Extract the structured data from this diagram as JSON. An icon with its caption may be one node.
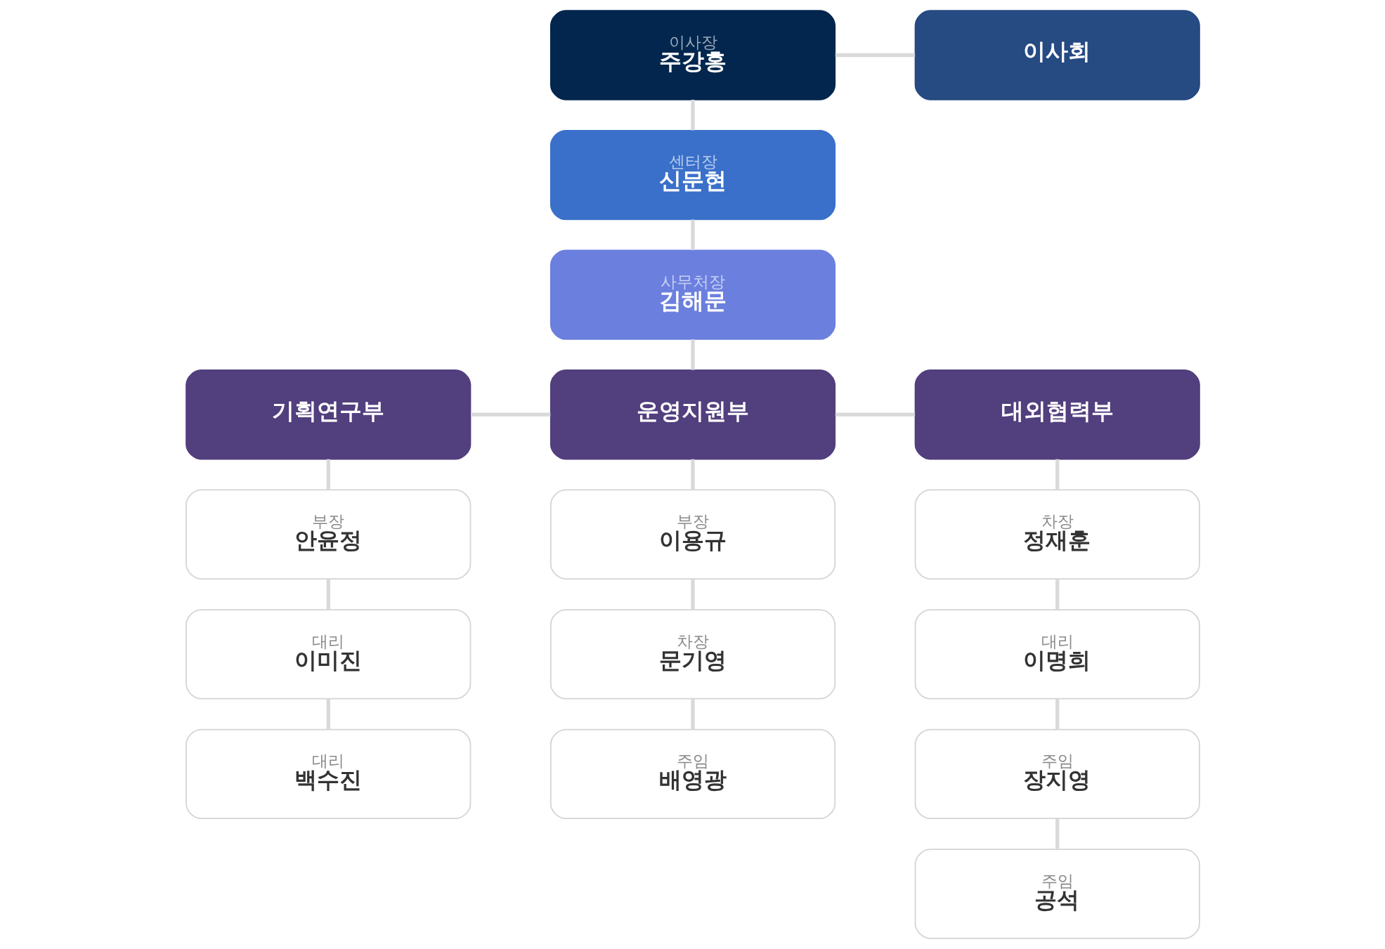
{
  "diagram": {
    "nodes": [
      {
        "text": [
          "이사장",
          "주강홍"
        ]
      },
      {
        "text": [
          "이사회"
        ]
      },
      {
        "text": [
          "센터장",
          "신문현"
        ]
      },
      {
        "text": [
          "사무처장",
          "김해문"
        ]
      },
      {
        "text": [
          "기획연구부"
        ]
      },
      {
        "text": [
          "운영지원부"
        ]
      },
      {
        "text": [
          "대외협력부"
        ]
      },
      {
        "text": [
          "부장",
          "안윤정"
        ]
      },
      {
        "text": [
          "대리",
          "이미진"
        ]
      },
      {
        "text": [
          "대리",
          "백수진"
        ]
      },
      {
        "text": [
          "부장",
          "이용규"
        ]
      },
      {
        "text": [
          "차장",
          "문기영"
        ]
      },
      {
        "text": [
          "주임",
          "배영광"
        ]
      },
      {
        "text": [
          "차장",
          "정재훈"
        ]
      },
      {
        "text": [
          "대리",
          "이명희"
        ]
      },
      {
        "text": [
          "주임",
          "장지영"
        ]
      },
      {
        "text": [
          "주임",
          "공석"
        ]
      }
    ],
    "edges": [
      {
        "from": 0,
        "to": 1,
        "arrow": "none"
      },
      {
        "from": 0,
        "to": 2,
        "arrow": "none"
      },
      {
        "from": 2,
        "to": 3,
        "arrow": "none"
      },
      {
        "from": 3,
        "to": 5,
        "arrow": "none"
      },
      {
        "from": 4,
        "to": 5,
        "arrow": "none"
      },
      {
        "from": 5,
        "to": 6,
        "arrow": "none"
      },
      {
        "from": 4,
        "to": 7,
        "arrow": "none"
      },
      {
        "from": 7,
        "to": 8,
        "arrow": "none"
      },
      {
        "from": 8,
        "to": 9,
        "arrow": "none"
      },
      {
        "from": 5,
        "to": 10,
        "arrow": "none"
      },
      {
        "from": 10,
        "to": 11,
        "arrow": "none"
      },
      {
        "from": 11,
        "to": 12,
        "arrow": "none"
      },
      {
        "from": 6,
        "to": 13,
        "arrow": "none"
      },
      {
        "from": 13,
        "to": 14,
        "arrow": "none"
      },
      {
        "from": 14,
        "to": 15,
        "arrow": "none"
      },
      {
        "from": 15,
        "to": 16,
        "arrow": "none"
      }
    ]
  }
}
